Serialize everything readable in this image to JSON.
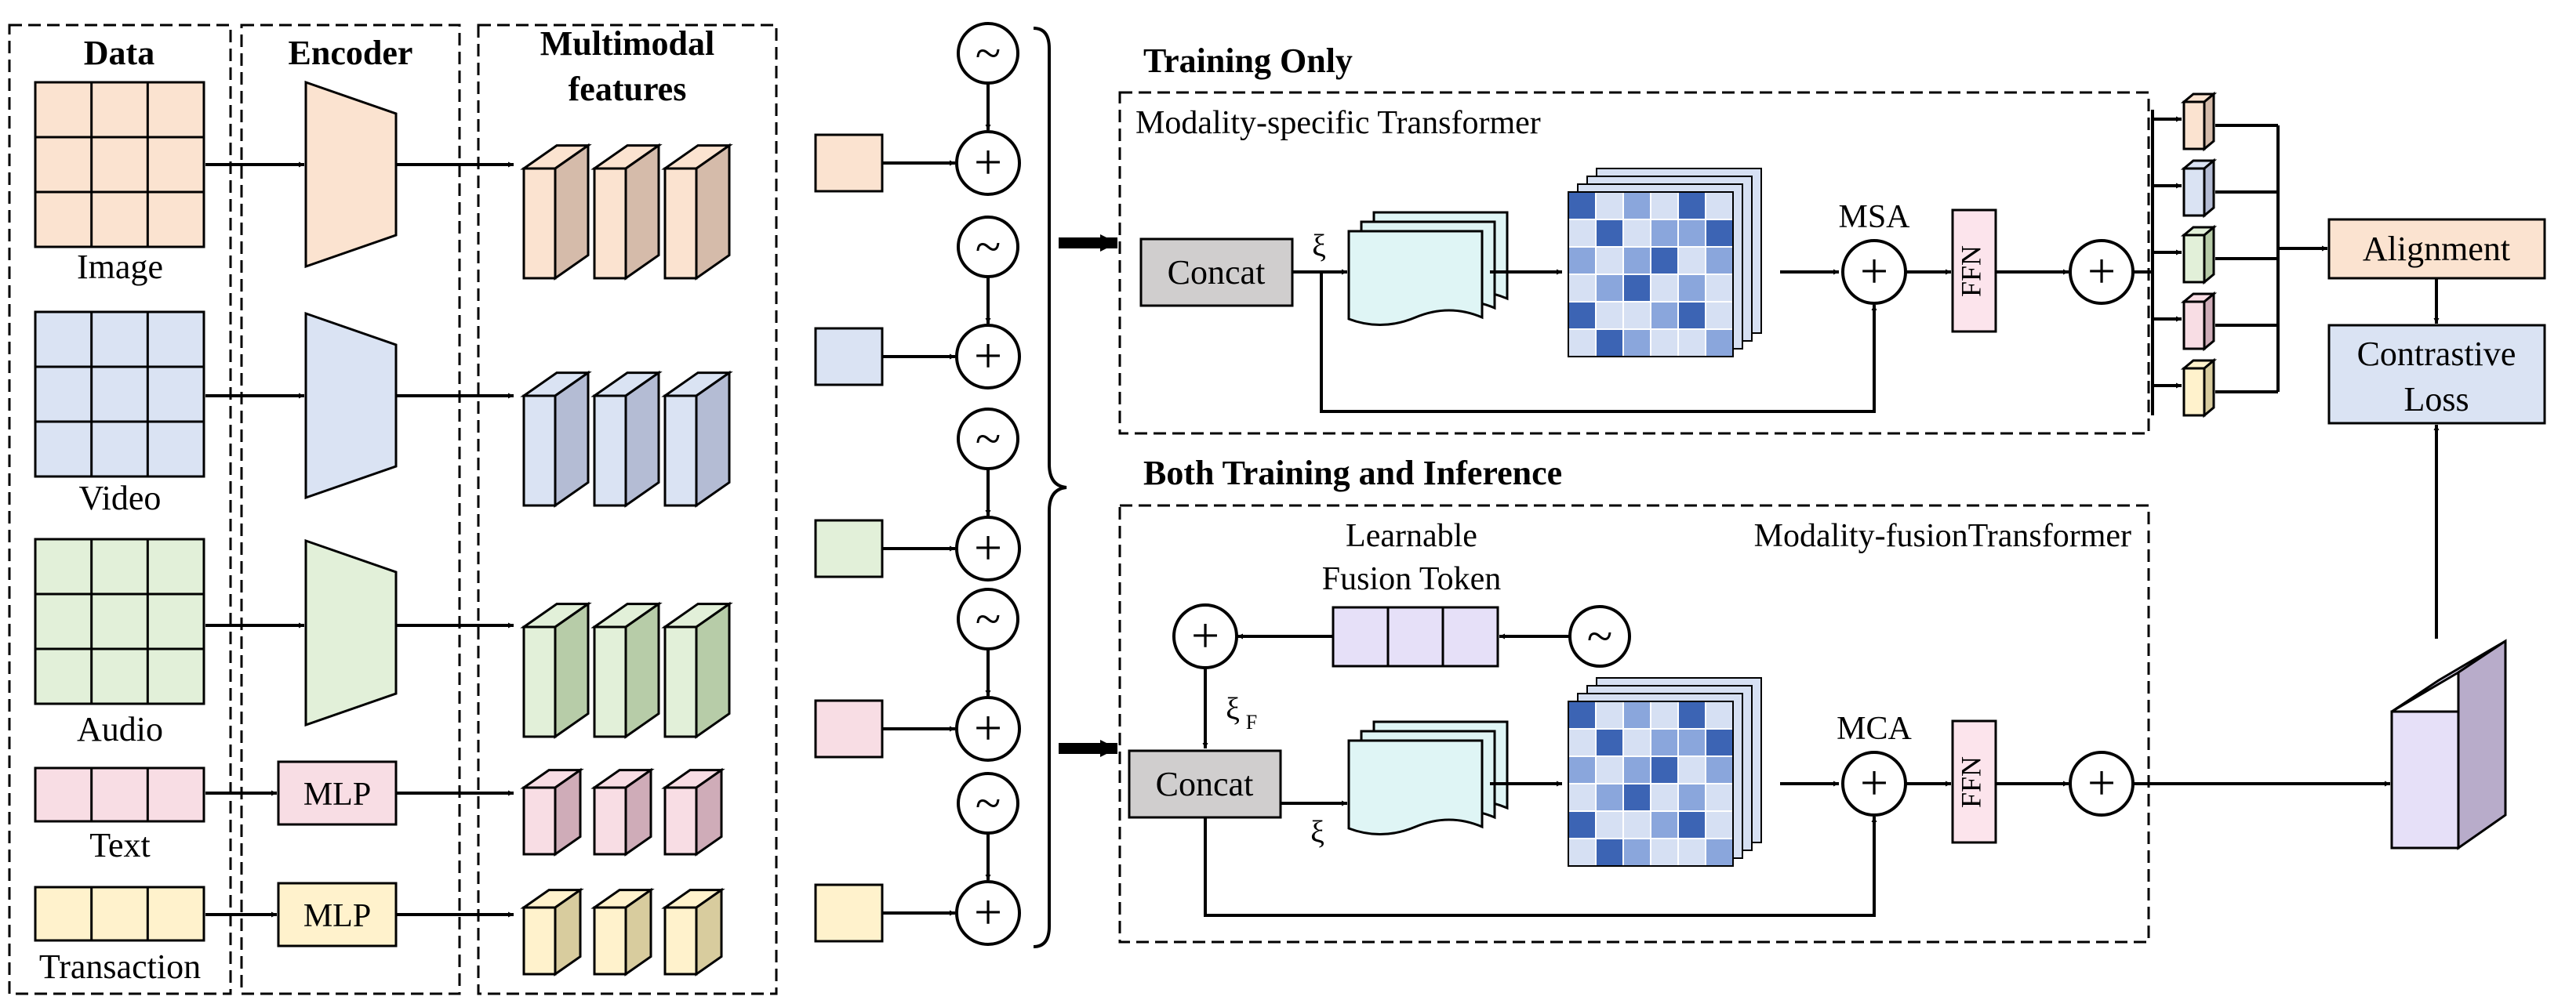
{
  "columns": {
    "data": "Data",
    "encoder": "Encoder",
    "features_line1": "Multimodal",
    "features_line2": "features"
  },
  "modalities": {
    "image": "Image",
    "video": "Video",
    "audio": "Audio",
    "text": "Text",
    "transaction": "Transaction"
  },
  "encoders": {
    "text": "MLP",
    "transaction": "MLP"
  },
  "training": {
    "section_title": "Training Only",
    "block_title": "Modality-specific Transformer",
    "concat": "Concat",
    "xi": "ξ",
    "attention": "MSA",
    "ffn": "FFN"
  },
  "inference": {
    "section_title": "Both Training and Inference",
    "block_title": "Modality-fusionTransformer",
    "token_line1": "Learnable",
    "token_line2": "Fusion Token",
    "concat": "Concat",
    "xi": "ξ",
    "xi_f": "ξ",
    "xi_f_sub": "F",
    "attention": "MCA",
    "ffn": "FFN"
  },
  "outputs": {
    "alignment": "Alignment",
    "loss_line1": "Contrastive",
    "loss_line2": "Loss"
  },
  "symbols": {
    "plus": "+",
    "noise": "~"
  },
  "colors": {
    "image": "#fbe3d0",
    "image_dark": "#d5bbaa",
    "video": "#dae3f3",
    "video_dark": "#b4bcd4",
    "audio": "#e2f0d9",
    "audio_dark": "#b7cca8",
    "text": "#f8dde4",
    "text_dark": "#cfacb8",
    "transaction": "#fff2cc",
    "transaction_dark": "#d8cc9e",
    "concat": "#d0cece",
    "ffn": "#fce4ec",
    "fusion_token": "#e6e0f8",
    "alignment": "#fbe3d0",
    "loss": "#dae3f3",
    "doc": "#dff5f5",
    "heat_dark": "#3c64b4",
    "heat_mid": "#8aa6dc",
    "heat_light": "#d6e0f3"
  }
}
